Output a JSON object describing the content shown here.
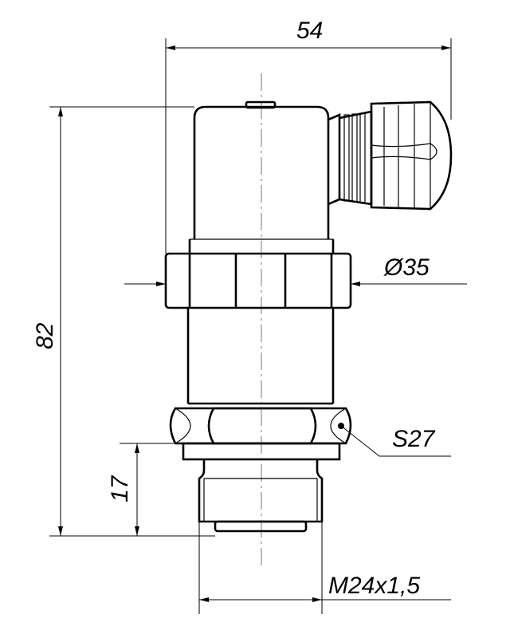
{
  "drawing": {
    "type": "technical-drawing",
    "subject": "pressure sensor with angled cable connector",
    "line_color": "#000000",
    "background": "#ffffff"
  },
  "dimensions": {
    "overall_width": "54",
    "overall_height": "82",
    "body_diameter": "Ø35",
    "hex_size": "S27",
    "thread_length": "17",
    "thread": "M24x1,5"
  }
}
